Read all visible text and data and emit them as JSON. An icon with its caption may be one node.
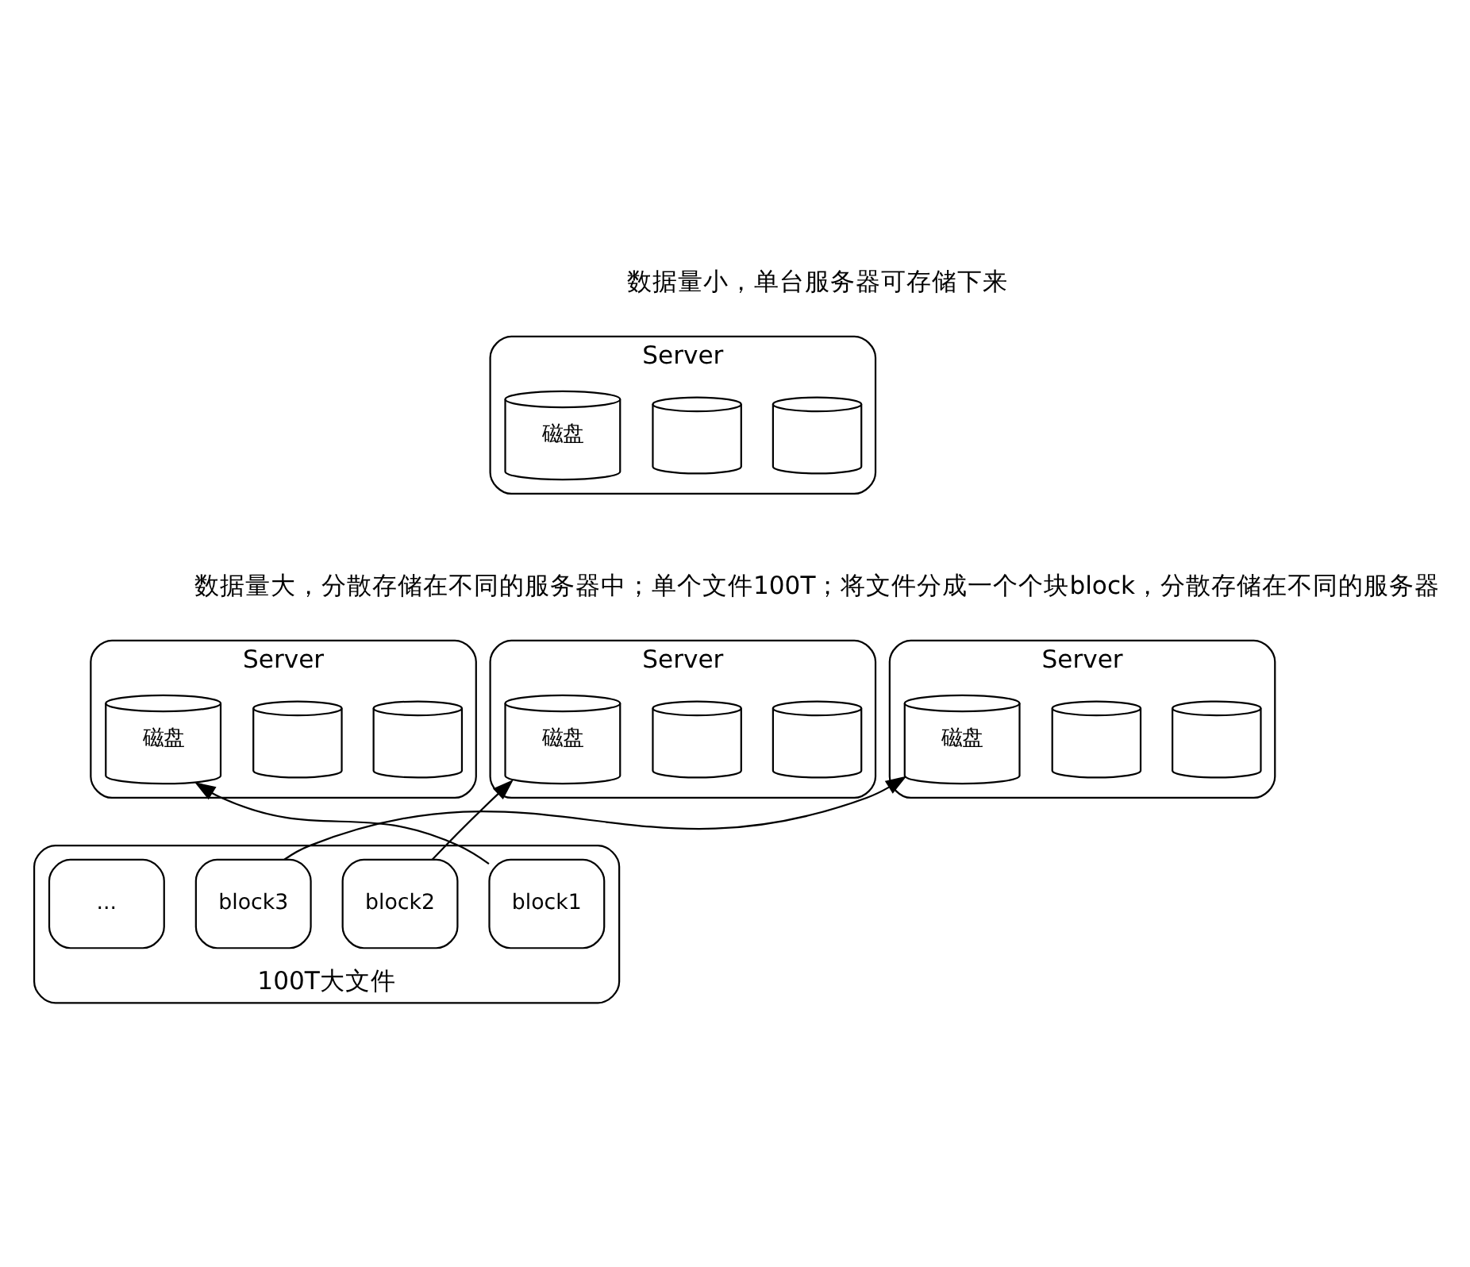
{
  "diagram": {
    "nodes": [
      {
        "text": [
          "Server"
        ]
      },
      {
        "text": [],
        "shape": "cylinder",
        "in": 0
      },
      {
        "text": [],
        "shape": "cylinder",
        "in": 0
      },
      {
        "text": [
          "磁盘"
        ],
        "in": 0
      },
      {
        "text": [
          "Server"
        ]
      },
      {
        "text": [],
        "shape": "cylinder",
        "in": 4
      },
      {
        "text": [],
        "shape": "cylinder",
        "in": 4
      },
      {
        "text": [
          "磁盘"
        ],
        "in": 4
      },
      {
        "text": [
          "Server"
        ]
      },
      {
        "text": [],
        "shape": "cylinder",
        "in": 8
      },
      {
        "text": [],
        "shape": "cylinder",
        "in": 8
      },
      {
        "text": [
          "磁盘"
        ],
        "in": 8
      },
      {
        "text": [
          "Server"
        ]
      },
      {
        "text": [],
        "shape": "cylinder",
        "in": 12
      },
      {
        "text": [],
        "shape": "cylinder",
        "in": 12
      },
      {
        "text": [
          "磁盘"
        ],
        "in": 12
      },
      {
        "text": [
          "100T大文件"
        ]
      },
      {
        "text": [
          "block1"
        ],
        "in": 16
      },
      {
        "text": [
          "block2"
        ],
        "in": 16
      },
      {
        "text": [
          "block3"
        ],
        "in": 16
      },
      {
        "text": [
          "..."
        ],
        "in": 16
      }
    ],
    "edges": [
      {
        "from": 17,
        "to": 7,
        "arrow": "to"
      },
      {
        "from": 18,
        "to": 11,
        "arrow": "to"
      },
      {
        "from": 19,
        "to": 15,
        "arrow": "to"
      }
    ],
    "labels": [
      "数据量小，单台服务器可存储下来",
      "数据量大，分散存储在不同的服务器中；单个文件100T；将文件分成一个个块block，分散存储在不同的服务器"
    ]
  }
}
